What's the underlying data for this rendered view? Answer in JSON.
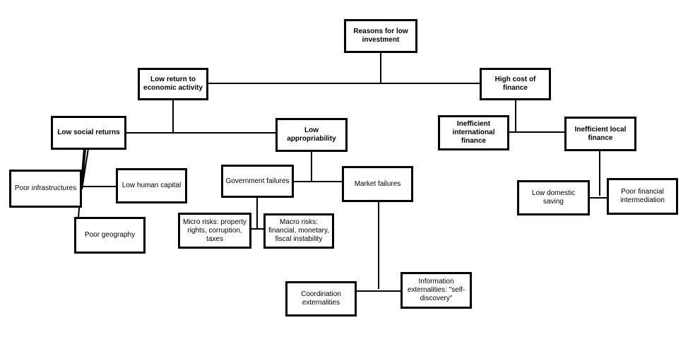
{
  "diagram": {
    "root": "Reasons for low investment",
    "low_return": "Low return to economic activity",
    "high_cost": "High cost of finance",
    "low_social": "Low social returns",
    "low_appropriability": "Low appropriability",
    "ineff_international": "Inefficient international finance",
    "ineff_local": "Inefficient local finance",
    "poor_infra": "Poor infrastructures",
    "low_human_capital": "Low human capital",
    "poor_geography": "Poor geography",
    "gov_failures": "Government failures",
    "market_failures": "Market failures",
    "micro_risks": "Micro risks: property rights, corruption, taxes",
    "macro_risks": "Macro risks: financial, monetary, fiscal instability",
    "coordination": "Coordination externalities",
    "information": "Information externalities: \"self-discovery\"",
    "low_saving": "Low domestic saving",
    "poor_intermediation": "Poor financial intermediation"
  }
}
